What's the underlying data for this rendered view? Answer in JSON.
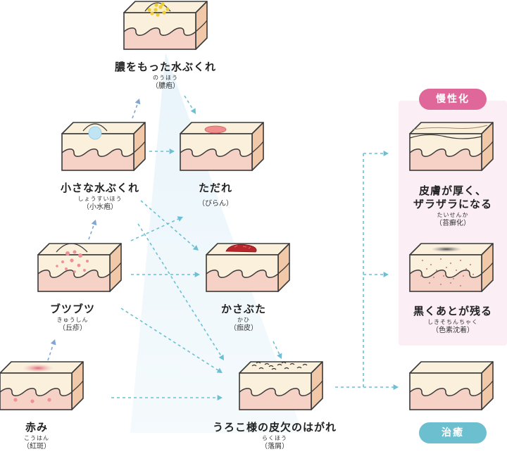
{
  "nodes": {
    "pustule": {
      "main": "膿をもった水ぶくれ",
      "ruby": "のうほう",
      "kanji": "（膿疱）"
    },
    "vesicle": {
      "main": "小さな水ぶくれ",
      "ruby": "しょうすいほう",
      "kanji": "（小水疱）"
    },
    "erosion": {
      "main": "ただれ",
      "ruby": "",
      "kanji": "（びらん）"
    },
    "papule": {
      "main": "ブツブツ",
      "ruby": "きゅうしん",
      "kanji": "（丘疹）"
    },
    "crust": {
      "main": "かさぶた",
      "ruby": "かひ",
      "kanji": "（痂皮）"
    },
    "erythema": {
      "main": "赤み",
      "ruby": "こうはん",
      "kanji": "（紅斑）"
    },
    "scale": {
      "main": "うろこ様の皮欠のはがれ",
      "ruby": "らくほう",
      "kanji": "（落屑）"
    },
    "lichen": {
      "main1": "皮膚が厚く、",
      "main2": "ザラザラになる",
      "ruby": "たいせんか",
      "kanji": "（苔癬化）"
    },
    "pigment": {
      "main": "黒くあとが残る",
      "ruby": "しきそちんちゃく",
      "kanji": "（色素沈着）"
    }
  },
  "badges": {
    "chronic": "慢性化",
    "healing": "治癒"
  },
  "colors": {
    "epidermis": "#fbf0dc",
    "dermis": "#f6d2c6",
    "outline": "#3a3a3a",
    "arrow": "#6cc0d4",
    "arrow_up": "#7fa6d6",
    "chronic_badge": "#e0679a",
    "chronic_panel": "#fbeef4",
    "healing_badge": "#6cbfcf"
  }
}
